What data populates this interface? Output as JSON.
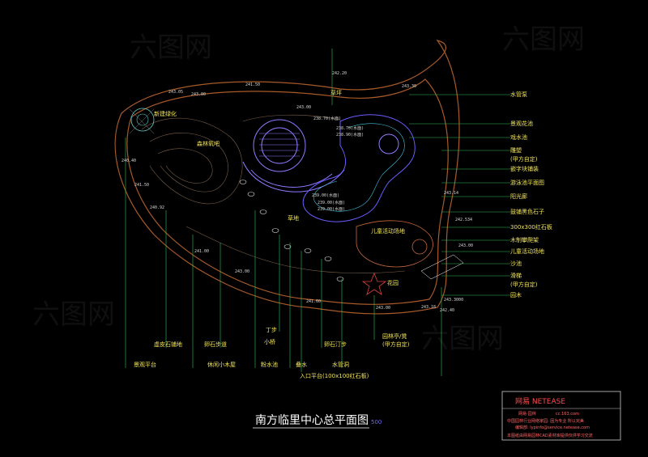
{
  "plan": {
    "title": "南方临里中心总平面图",
    "title_suffix": "500"
  },
  "colors": {
    "background": "#000000",
    "boundary": "#a85a28",
    "leader": "#31c05a",
    "water": "#6a5cff",
    "label_yellow": "#f0e35a",
    "title_block_red": "#ff4d4d"
  },
  "labels": {
    "right": [
      "水管泵",
      "景观花池",
      "戏水池",
      "雕塑",
      "(甲方自定)",
      "嵌字块铺装",
      "游泳池平面图",
      "阳光廊",
      "鼓铺黑色石子",
      "300x300红石板",
      "木制攀爬架",
      "儿童活动场地",
      "沙池",
      "滑梯",
      "(甲方自定)",
      "园木"
    ],
    "left": [
      "新建绿化",
      "森林氧吧",
      "草地",
      "儿童活动场地",
      "花园"
    ],
    "bottom": [
      "景观平台",
      "虚皮石铺地",
      "卵石步道",
      "休闲小木屋",
      "丁步",
      "小桥",
      "粉水池",
      "叠水",
      "卵石汀步",
      "水管洞",
      "入口平台(100x100红石板)",
      "园林亭/凳",
      "(甲方自定)",
      "草坪"
    ]
  },
  "elevations": [
    "243.00",
    "241.50",
    "242.20",
    "238.70(水面)",
    "239.00(水面)",
    "243.00",
    "241.00",
    "243.14",
    "242.534",
    "243.00",
    "243.3000",
    "242.40",
    "241.50",
    "240.92",
    "243.18",
    "243.30",
    "243.05",
    "243.00",
    "241.60",
    "243.00",
    "240.40"
  ],
  "water_labels": [
    "238.70(水面)",
    "238.90(水面)",
    "239.00(水面)",
    "239.00(水面)"
  ],
  "title_block": {
    "heading": "网易 NETEASE",
    "site_label": "网易·园林",
    "site_url": "cc.163.com",
    "line1": "中国园林行业网络家园: 因为专业 所以完美",
    "line2": "编辑部: lypinfo@service.netease.com",
    "line3": "本图纸由网易园林CAD素材库提供仅供学习交流"
  },
  "watermark": "六图网"
}
